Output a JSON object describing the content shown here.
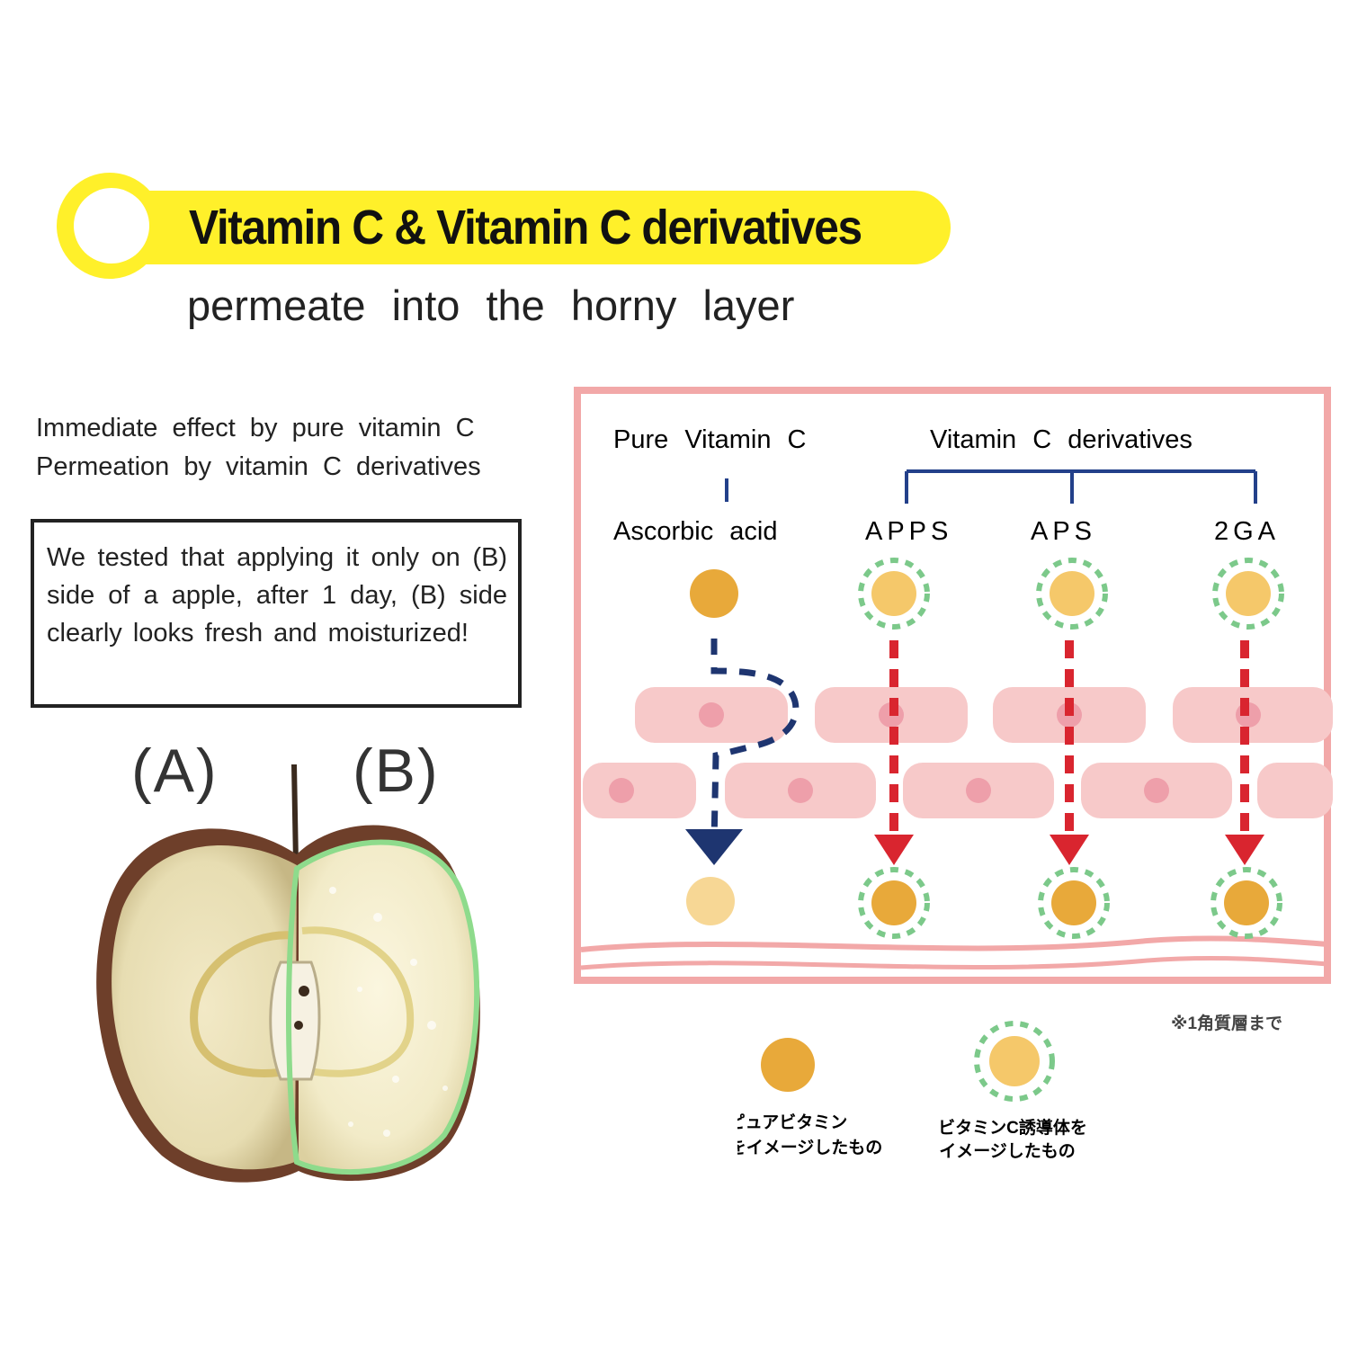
{
  "header": {
    "title": "Vitamin C & Vitamin C derivatives",
    "subtitle": "permeate into the horny layer",
    "banner_color": "#FFF02A"
  },
  "intro": {
    "line1": "Immediate effect by pure vitamin C",
    "line2": "Permeation by vitamin C derivatives"
  },
  "note": {
    "text": "We tested that applying it only on (B) side of a apple, after 1 day, (B) side clearly looks fresh and moisturized!"
  },
  "apple": {
    "label_a": "(A)",
    "label_b": "(B)",
    "highlight_color": "#8EDB8C"
  },
  "diagram": {
    "pure_heading": "Pure Vitamin C",
    "derivatives_heading": "Vitamin C derivatives",
    "columns": [
      {
        "label": "Ascorbic acid",
        "kind": "pure"
      },
      {
        "label": "APPS",
        "kind": "derivative"
      },
      {
        "label": "APS",
        "kind": "derivative"
      },
      {
        "label": "2GA",
        "kind": "derivative"
      }
    ],
    "colors": {
      "frame": "#F2A8A8",
      "cell": "#F7C9C9",
      "nucleus": "#EE9FAA",
      "pure_path": "#1E3570",
      "derivative_path": "#D9252F",
      "molecule": "#E8A93A",
      "molecule_light": "#F5C86A",
      "halo": "#7CC98A",
      "bracket": "#23408A"
    }
  },
  "legend": {
    "pure_label_line1": "ピュアビタミン",
    "pure_label_line2": "をイメージしたもの",
    "derivative_label_line1": "ビタミンC誘導体を",
    "derivative_label_line2": "イメージしたもの",
    "footnote": "※1角質層まで"
  }
}
